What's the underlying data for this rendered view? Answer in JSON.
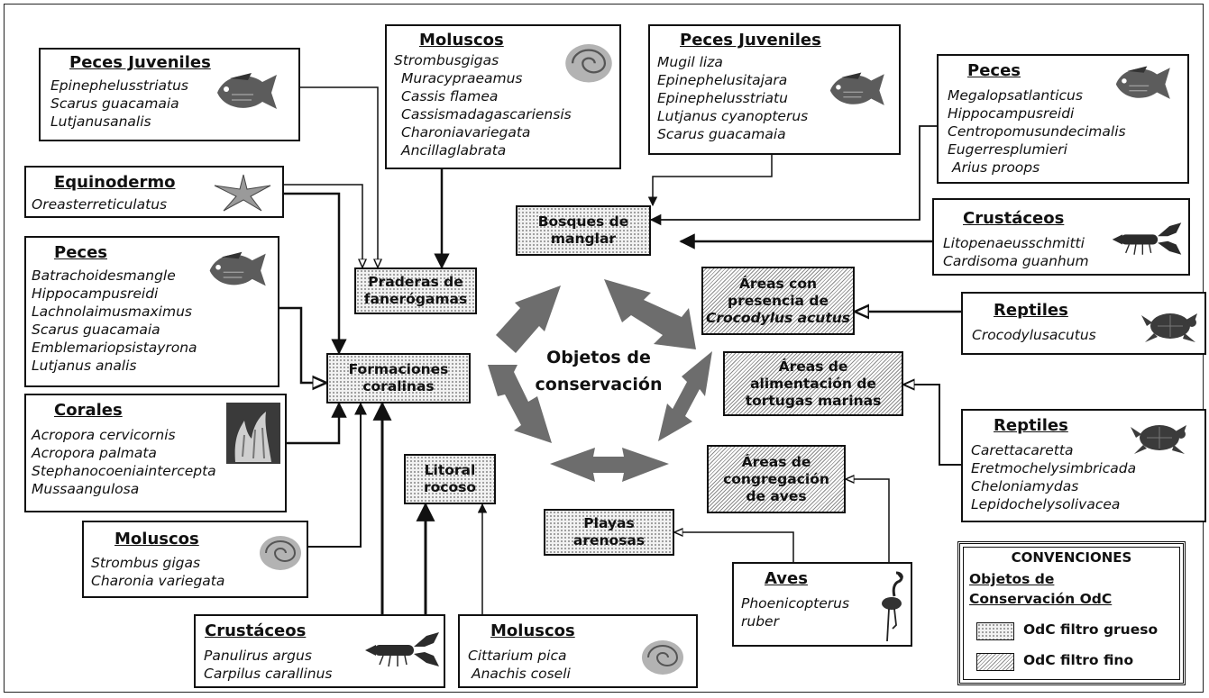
{
  "center": {
    "line1": "Objetos de",
    "line2": "conservación"
  },
  "nodes": {
    "bosques": {
      "lines": [
        "Bosques de",
        "manglar"
      ],
      "kind": "coarse"
    },
    "praderas": {
      "lines": [
        "Praderas de",
        "fanerógamas"
      ],
      "kind": "coarse"
    },
    "formaciones": {
      "lines": [
        "Formaciones",
        "coralinas"
      ],
      "kind": "coarse"
    },
    "litoral": {
      "lines": [
        "Litoral",
        "rocoso"
      ],
      "kind": "coarse"
    },
    "playas": {
      "lines": [
        "Playas",
        "arenosas"
      ],
      "kind": "coarse"
    },
    "areas_crocodylus": {
      "lines": [
        "Áreas con",
        "presencia de",
        "Crocodylus acutus"
      ],
      "kind": "fine"
    },
    "areas_tortugas": {
      "lines": [
        "Áreas de",
        "alimentación de",
        "tortugas marinas"
      ],
      "kind": "fine"
    },
    "areas_aves": {
      "lines": [
        "Áreas de",
        "congregación",
        "de aves"
      ],
      "kind": "fine"
    }
  },
  "species_boxes": {
    "peces_juveniles_left": {
      "title": "Peces Juveniles",
      "items": [
        "Epinephelusstriatus",
        "Scarus guacamaia",
        "Lutjanusanalis"
      ],
      "icon": "fish-icon"
    },
    "equinodermo": {
      "title": "Equinodermo",
      "items": [
        "Oreasterreticulatus"
      ],
      "icon": "starfish-icon"
    },
    "peces_left": {
      "title": "Peces",
      "items": [
        "Batrachoidesmangle",
        "Hippocampusreidi",
        "Lachnolaimusmaximus",
        "Scarus guacamaia",
        "Emblemariopsistayrona",
        "Lutjanus analis"
      ],
      "icon": "fish-icon"
    },
    "corales": {
      "title": "Corales",
      "items": [
        "Acropora cervicornis",
        "Acropora palmata",
        "Stephanocoeniaintercepta",
        "Mussaangulosa"
      ],
      "icon": "coral-icon"
    },
    "moluscos_left": {
      "title": "Moluscos",
      "items": [
        "Strombus gigas",
        "Charonia variegata"
      ],
      "icon": "shell-icon"
    },
    "crustaceos_bottom": {
      "title": "Crustáceos",
      "items": [
        "Panulirus argus",
        "Carpilus carallinus"
      ],
      "icon": "lobster-icon"
    },
    "moluscos_bottom": {
      "title": "Moluscos",
      "items": [
        "Cittarium pica",
        "Anachis coseli"
      ],
      "icon": "shell-icon"
    },
    "moluscos_top": {
      "title": "Moluscos",
      "items": [
        "Strombusgigas",
        "Muracypraeamus",
        "Cassis flamea",
        "Cassismadagascariensis",
        "Charoniavariegata",
        "Ancillaglabrata"
      ],
      "icon": "shell-icon"
    },
    "peces_juveniles_top": {
      "title": "Peces Juveniles",
      "items": [
        "Mugil liza",
        "Epinephelusitajara",
        "Epinephelusstriatu",
        "Lutjanus cyanopterus",
        "Scarus guacamaia"
      ],
      "icon": "fish-icon"
    },
    "peces_right": {
      "title": "Peces",
      "items": [
        "Megalopsatlanticus",
        "Hippocampusreidi",
        "Centropomusundecimalis",
        "Eugerresplumieri",
        "Arius proops"
      ],
      "icon": "fish-icon"
    },
    "crustaceos_right": {
      "title": "Crustáceos",
      "items": [
        "Litopenaeusschmitti",
        "Cardisoma guanhum"
      ],
      "icon": "lobster-icon"
    },
    "reptiles_croc": {
      "title": "Reptiles",
      "items": [
        "Crocodylusacutus"
      ],
      "icon": "turtle-icon"
    },
    "reptiles_tortugas": {
      "title": "Reptiles",
      "items": [
        "Carettacaretta",
        "Eretmochelysimbricada",
        "Cheloniamydas",
        "Lepidochelysolivacea"
      ],
      "icon": "turtle-icon"
    },
    "aves": {
      "title": "Aves",
      "items": [
        "Phoenicopterus",
        "ruber"
      ],
      "icon": "flamingo-icon"
    }
  },
  "legend": {
    "title": "CONVENCIONES",
    "subtitle_line1": "Objetos de",
    "subtitle_line2": "Conservación OdC",
    "coarse_label": "OdC filtro grueso",
    "fine_label": "OdC filtro fino"
  },
  "colors": {
    "cycle_arrow": "#6d6d6d",
    "line": "#111111"
  }
}
